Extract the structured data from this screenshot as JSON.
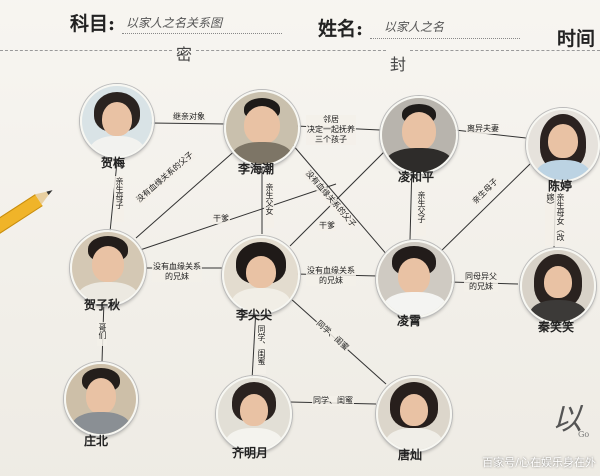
{
  "header": {
    "subject_label": "科目:",
    "subject_value": "以家人之名关系图",
    "name_label": "姓名:",
    "name_value": "以家人之名",
    "time_label": "时间",
    "seal_left": "密",
    "seal_right": "封"
  },
  "people": {
    "hemei": "贺梅",
    "lihaichao": "李海潮",
    "linghe": "凌和平",
    "chenting": "陈婷",
    "hezi": "贺子秋",
    "lijianjian": "李尖尖",
    "lingxiao": "凌霄",
    "qinqinqin": "秦笑笑",
    "zhuangbei": "庄北",
    "qimingyue": "齐明月",
    "tangcan": "唐灿"
  },
  "relations": {
    "hemei_lihaichao": "继亲对象",
    "lihaichao_linghe": "邻居\n决定一起抚养\n三个孩子",
    "linghe_chenting": "离异夫妻",
    "hemei_hezi": "亲生母子",
    "lihaichao_hezi_a": "没有血缘关系的父子",
    "lihaichao_hezi_b": "干爹",
    "lihaichao_lijianjian": "亲生父女",
    "lihaichao_lingxiao": "没有血缘关系的父子",
    "linghe_lijianjian": "干爹",
    "linghe_lingxiao": "亲生父子",
    "chenting_lingxiao": "亲生母子",
    "chenting_qinqinqin": "亲生母女（改嫁）",
    "hezi_lijianjian": "没有血缘关系\n的兄妹",
    "lijianjian_lingxiao": "没有血缘关系\n的兄妹",
    "lingxiao_qinqinqin": "同母异父\n的兄妹",
    "hezi_zhuangbei": "哥们",
    "lijianjian_qimingyue": "同学、闺蜜",
    "lijianjian_tangcan": "同学、闺蜜",
    "qimingyue_tangcan": "同学、闺蜜"
  },
  "watermark": "百家号/心在娱乐身在外",
  "corner_mark": "以",
  "corner_sub": "Go",
  "colors": {
    "paper": "#f3f0e9",
    "ink": "#222222",
    "pencil": "#f0b429"
  }
}
